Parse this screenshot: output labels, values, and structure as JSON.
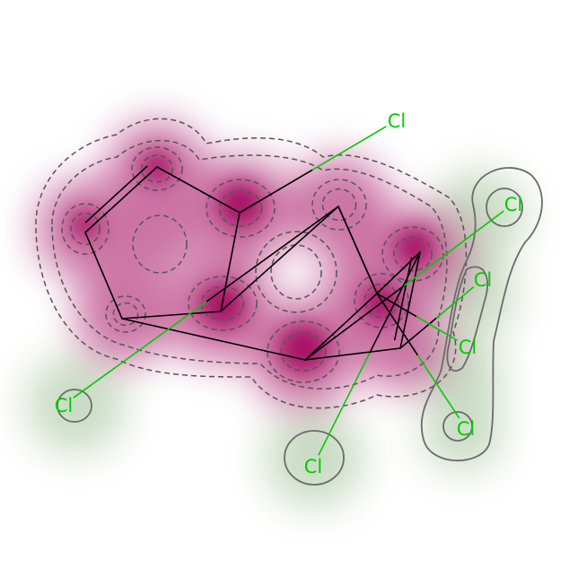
{
  "diagram": {
    "type": "molecule-similarity-map",
    "background": "#ffffff",
    "colors": {
      "bond": "#000000",
      "halogen_label": "#00cc00",
      "positive_weight": "#a0005a",
      "negative_weight": "#3f7f2a",
      "contour": "#555555"
    },
    "atoms": [
      {
        "id": "c1",
        "element": "C"
      },
      {
        "id": "c2",
        "element": "C"
      },
      {
        "id": "c3",
        "element": "C"
      },
      {
        "id": "c4",
        "element": "C"
      },
      {
        "id": "c5",
        "element": "C"
      },
      {
        "id": "c6",
        "element": "C"
      },
      {
        "id": "c7",
        "element": "C"
      },
      {
        "id": "c8",
        "element": "C"
      },
      {
        "id": "c9",
        "element": "C"
      },
      {
        "id": "c10",
        "element": "C"
      },
      {
        "id": "c11",
        "element": "C"
      },
      {
        "id": "cl1",
        "element": "Cl",
        "label": "Cl"
      },
      {
        "id": "cl2",
        "element": "Cl",
        "label": "Cl"
      },
      {
        "id": "cl3",
        "element": "Cl",
        "label": "Cl"
      },
      {
        "id": "cl4",
        "element": "Cl",
        "label": "Cl"
      },
      {
        "id": "cl5",
        "element": "Cl",
        "label": "Cl"
      },
      {
        "id": "cl6",
        "element": "Cl",
        "label": "Cl"
      },
      {
        "id": "cl7",
        "element": "Cl",
        "label": "Cl"
      }
    ],
    "bonds": [
      {
        "a": "c1",
        "b": "c2",
        "order": 2
      },
      {
        "a": "c2",
        "b": "c3",
        "order": 1
      },
      {
        "a": "c3",
        "b": "c4",
        "order": 1
      },
      {
        "a": "c4",
        "b": "c5",
        "order": 1
      },
      {
        "a": "c5",
        "b": "c1",
        "order": 1
      },
      {
        "a": "c4",
        "b": "c6",
        "order": 1
      },
      {
        "a": "c3",
        "b": "c7",
        "order": 1
      },
      {
        "a": "c6",
        "b": "c8",
        "order": 1
      },
      {
        "a": "c7",
        "b": "c8",
        "order": 1
      },
      {
        "a": "c7",
        "b": "c9",
        "order": 1
      },
      {
        "a": "c9",
        "b": "c10",
        "order": 2
      },
      {
        "a": "c10",
        "b": "c11",
        "order": 1
      },
      {
        "a": "c11",
        "b": "c6",
        "order": 1
      },
      {
        "a": "c11",
        "b": "c8",
        "order": 1
      },
      {
        "a": "c5",
        "b": "cl1",
        "order": 1
      },
      {
        "a": "c7",
        "b": "cl2",
        "order": 1
      },
      {
        "a": "c9",
        "b": "cl3",
        "order": 1
      },
      {
        "a": "c11",
        "b": "cl4",
        "order": 1
      },
      {
        "a": "c11",
        "b": "cl5",
        "order": 1
      },
      {
        "a": "c10",
        "b": "cl6",
        "order": 1
      },
      {
        "a": "c6",
        "b": "cl7",
        "order": 1
      }
    ]
  }
}
